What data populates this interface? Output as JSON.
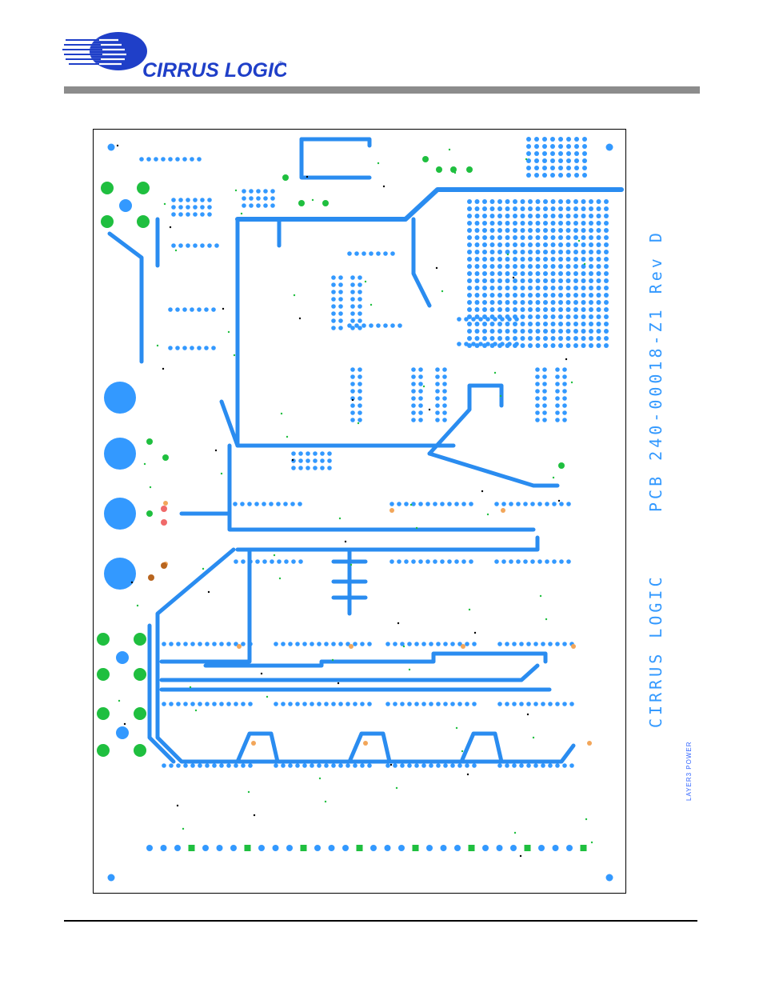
{
  "header": {
    "logo_text": "CIRRUS LOGIC",
    "logo_mark": "®"
  },
  "board": {
    "pcb_number": "PCB 240-00018-Z1 Rev D",
    "company": "CIRRUS LOGIC",
    "layer_name": "LAYER3 POWER"
  },
  "colors": {
    "trace": "#2a8cf0",
    "pad_blue": "#3399ff",
    "pad_green": "#1fbf3f",
    "pad_orange": "#f2a65a",
    "pad_red": "#f06a6a",
    "pad_brown": "#b8651f",
    "via_black": "#000000",
    "header_bar": "#8c8c8c",
    "logo_blue": "#1f3fc8"
  }
}
